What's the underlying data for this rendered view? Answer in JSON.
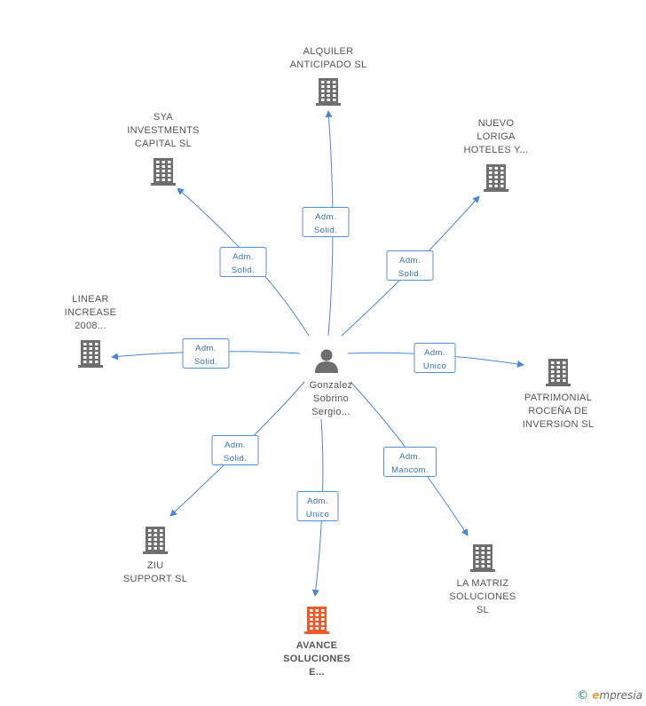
{
  "center": {
    "label_lines": [
      "Gonzalez",
      "Sobrino",
      "Sergio..."
    ],
    "icon": "person-icon"
  },
  "companies": [
    {
      "id": "alquiler",
      "label_lines": [
        "ALQUILER",
        "ANTICIPADO  SL"
      ],
      "highlight": false
    },
    {
      "id": "sya",
      "label_lines": [
        "SYA",
        "INVESTMENTS",
        "CAPITAL  SL"
      ],
      "highlight": false
    },
    {
      "id": "nuevo",
      "label_lines": [
        "NUEVO",
        "LORIGA",
        "HOTELES Y..."
      ],
      "highlight": false
    },
    {
      "id": "linear",
      "label_lines": [
        "LINEAR",
        "INCREASE",
        "2008..."
      ],
      "highlight": false
    },
    {
      "id": "patrimonial",
      "label_lines": [
        "PATRIMONIAL",
        "ROCEÑA DE",
        "INVERSION SL"
      ],
      "highlight": false
    },
    {
      "id": "ziu",
      "label_lines": [
        "ZIU",
        "SUPPORT SL"
      ],
      "highlight": false
    },
    {
      "id": "lamatriz",
      "label_lines": [
        "LA MATRIZ",
        "SOLUCIONES",
        "SL"
      ],
      "highlight": false
    },
    {
      "id": "avance",
      "label_lines": [
        "AVANCE",
        "SOLUCIONES",
        "E..."
      ],
      "highlight": true
    }
  ],
  "relations": [
    {
      "to": "alquiler",
      "label_lines": [
        "Adm.",
        "Solid."
      ]
    },
    {
      "to": "sya",
      "label_lines": [
        "Adm.",
        "Solid."
      ]
    },
    {
      "to": "nuevo",
      "label_lines": [
        "Adm.",
        "Solid."
      ]
    },
    {
      "to": "linear",
      "label_lines": [
        "Adm.",
        "Solid."
      ]
    },
    {
      "to": "patrimonial",
      "label_lines": [
        "Adm.",
        "Unico"
      ]
    },
    {
      "to": "ziu",
      "label_lines": [
        "Adm.",
        "Solid."
      ]
    },
    {
      "to": "lamatriz",
      "label_lines": [
        "Adm.",
        "Mancom."
      ]
    },
    {
      "to": "avance",
      "label_lines": [
        "Adm.",
        "Unico"
      ]
    }
  ],
  "colors": {
    "building": "#6e6e6e",
    "building_highlight": "#f05a28",
    "edge": "#4a86d8",
    "person": "#6e6e6e"
  },
  "footer": {
    "copyright": "©",
    "brand_initial": "e",
    "brand_rest": "mpresia"
  }
}
